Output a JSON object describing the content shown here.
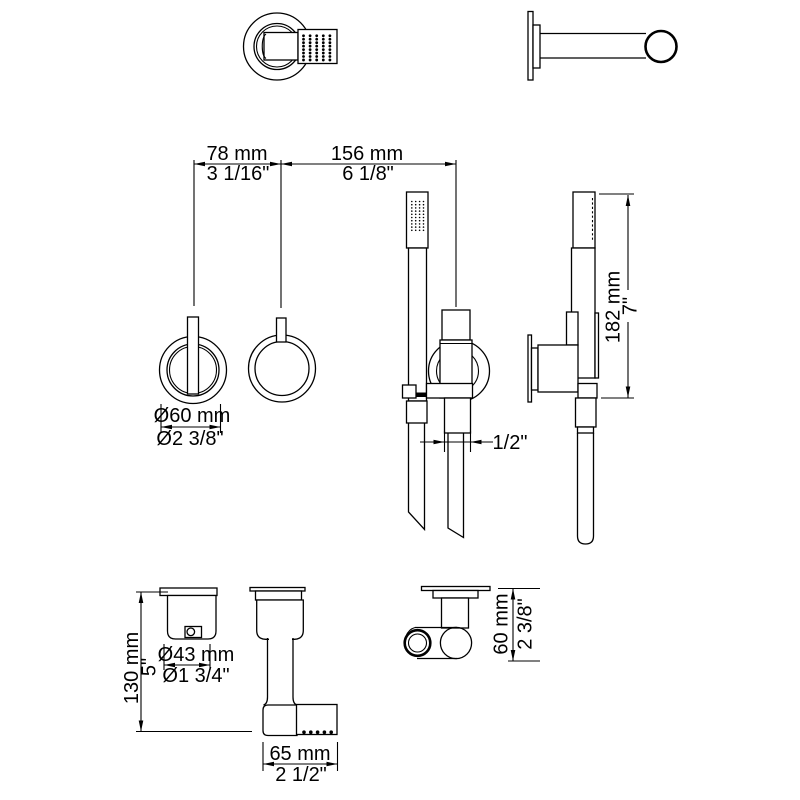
{
  "dims": {
    "spacing_left": {
      "mm": "78 mm",
      "inch": "3 1/16\""
    },
    "spacing_right": {
      "mm": "156 mm",
      "inch": "6 1/8\""
    },
    "valve_trim_diameter": {
      "mm": "Ø60 mm",
      "inch": "Ø2 3/8\""
    },
    "connection_size": {
      "inch": "1/2\""
    },
    "handshower_height": {
      "mm": "182 mm",
      "inch": "7\""
    },
    "spout_height": {
      "mm": "130 mm",
      "inch": "5\""
    },
    "spout_flange_diameter": {
      "mm": "Ø43 mm",
      "inch": "Ø1 3/4\""
    },
    "spout_projection": {
      "mm": "65 mm",
      "inch": "2 1/2\""
    },
    "elbow_height": {
      "mm": "60 mm",
      "inch": "2 3/8\""
    }
  },
  "colors": {
    "line": "#000000",
    "background": "#ffffff"
  }
}
